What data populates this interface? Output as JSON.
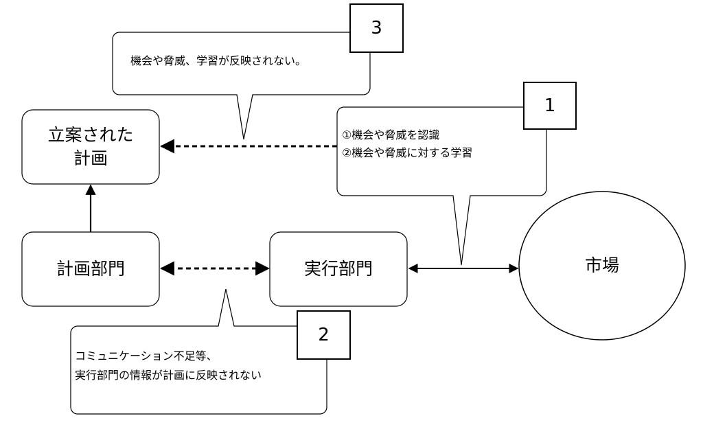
{
  "nodes": {
    "planned_plan": [
      "立案された",
      "計画"
    ],
    "planning_dept": "計画部門",
    "execution_dept": "実行部門",
    "market": "市場"
  },
  "callouts": {
    "c1": {
      "number": "1",
      "lines": [
        "①機会や脅威を認識",
        "②機会や脅威に対する学習"
      ]
    },
    "c2": {
      "number": "2",
      "lines": [
        "コミュニケーション不足等、",
        "実行部門の情報が計画に反映されない"
      ]
    },
    "c3": {
      "number": "3",
      "lines": [
        "機会や脅威、学習が反映されない。"
      ]
    }
  }
}
